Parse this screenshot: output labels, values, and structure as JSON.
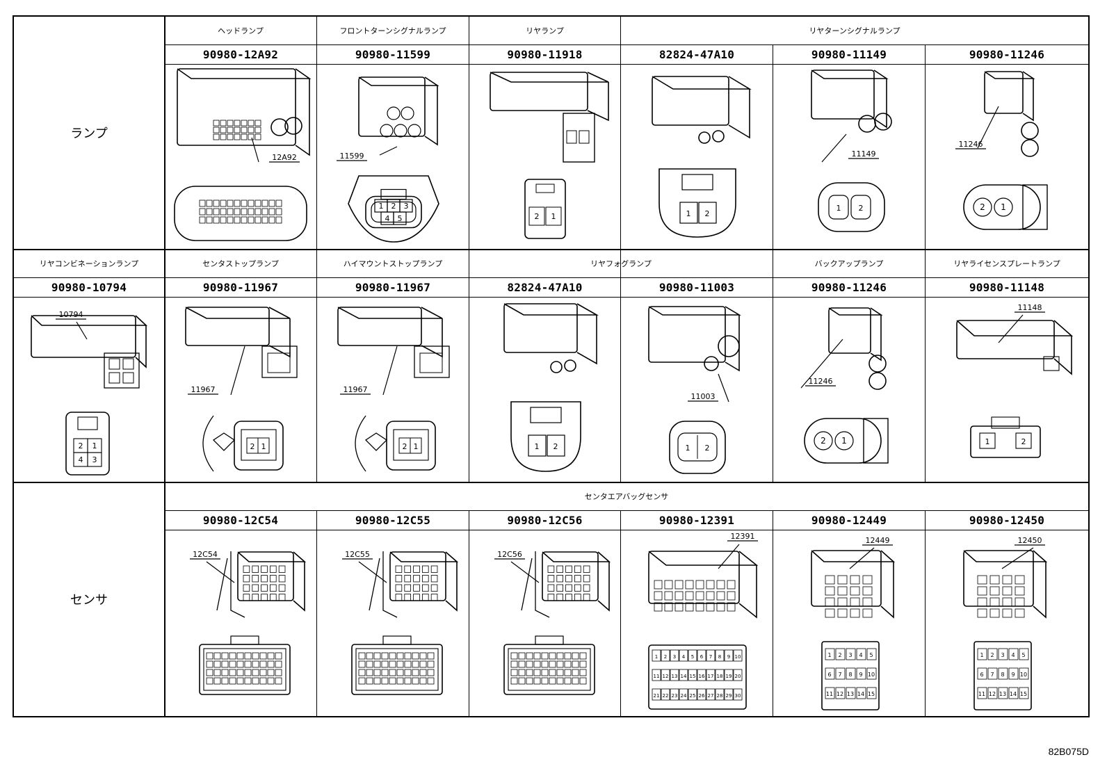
{
  "figure_code": "82B075D",
  "categories": [
    "ランプ",
    "センサ"
  ],
  "row1": {
    "names": [
      "ヘッドランプ",
      "フロントターンシグナルランプ",
      "リヤランプ",
      "リヤターンシグナルランプ"
    ],
    "parts": [
      "90980-12A92",
      "90980-11599",
      "90980-11918",
      "82824-47A10",
      "90980-11149",
      "90980-11246"
    ],
    "callouts": [
      "12A92",
      "11599",
      "11149",
      "11246"
    ],
    "pins": {
      "c2": [
        "1",
        "2",
        "3",
        "4",
        "5"
      ],
      "c3": [
        "2",
        "1"
      ],
      "c4": [
        "1",
        "2"
      ],
      "c5": [
        "1",
        "2"
      ],
      "c6": [
        "2",
        "1"
      ]
    }
  },
  "row2": {
    "names": [
      "リヤコンビネーションランプ",
      "センタストップランプ",
      "ハイマウントストップランプ",
      "リヤフォグランプ",
      "バックアップランプ",
      "リヤライセンスプレートランプ"
    ],
    "parts": [
      "90980-10794",
      "90980-11967",
      "90980-11967",
      "82824-47A10",
      "90980-11003",
      "90980-11246",
      "90980-11148"
    ],
    "callouts": [
      "10794",
      "11967",
      "11967",
      "11003",
      "11246",
      "11148"
    ],
    "pins": {
      "c1": [
        "2",
        "1",
        "4",
        "3"
      ],
      "c2": [
        "2",
        "1"
      ],
      "c3": [
        "2",
        "1"
      ],
      "c4": [
        "1",
        "2"
      ],
      "c5": [
        "1",
        "2"
      ],
      "c6": [
        "2",
        "1"
      ],
      "c7": [
        "1",
        "2"
      ]
    }
  },
  "row3": {
    "names": [
      "センタエアバッグセンサ"
    ],
    "parts": [
      "90980-12C54",
      "90980-12C55",
      "90980-12C56",
      "90980-12391",
      "90980-12449",
      "90980-12450"
    ],
    "callouts": [
      "12C54",
      "12C55",
      "12C56",
      "12391",
      "12449",
      "12450"
    ]
  }
}
